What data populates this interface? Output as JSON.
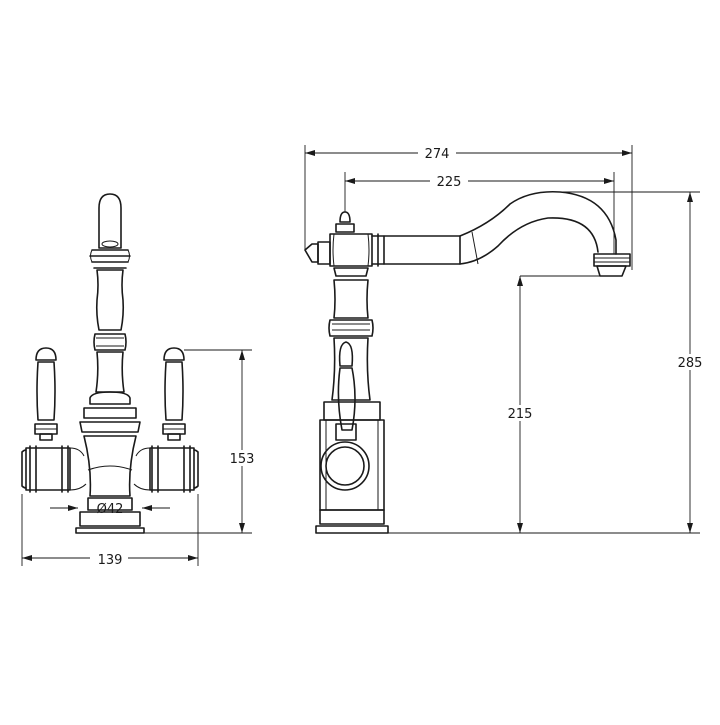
{
  "dimensions": {
    "front_width": "139",
    "front_height": "153",
    "base_diameter": "Ø42",
    "side_reach_total": "274",
    "side_reach_spout": "225",
    "side_height_total": "285",
    "side_height_spout": "215"
  },
  "colors": {
    "line": "#1a1a1a",
    "background": "#ffffff"
  }
}
